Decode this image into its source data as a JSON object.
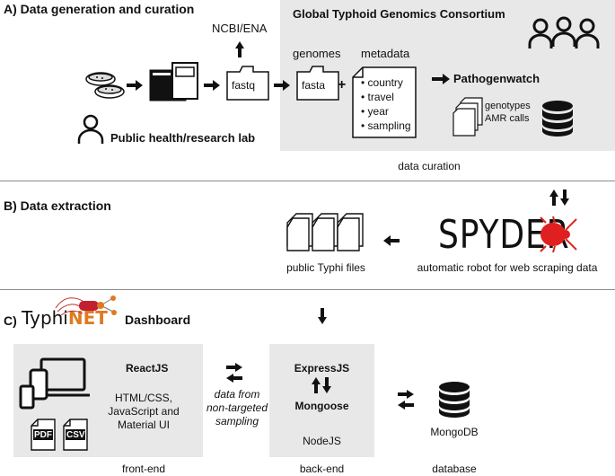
{
  "sectionA": {
    "title": "A) Data generation and curation",
    "consortium": "Global Typhoid Genomics Consortium",
    "ncbi": "NCBI/ENA",
    "fastq": "fastq",
    "genomes": "genomes",
    "metadata": "metadata",
    "fasta": "fasta",
    "plus": "+",
    "metadata_items": [
      "country",
      "travel",
      "year",
      "sampling"
    ],
    "pathogenwatch": "Pathogenwatch",
    "genotypes": "genotypes",
    "amr": "AMR calls",
    "lab": "Public health/research lab",
    "curation": "data curation"
  },
  "sectionB": {
    "title": "B) Data extraction",
    "files": "public Typhi files",
    "spyder": "SPYDER",
    "robot": "automatic robot for web scraping data"
  },
  "sectionC": {
    "title_prefix": "C)",
    "logo_typhi": "Typhi",
    "logo_net": "NET",
    "dashboard": "Dashboard",
    "react": "ReactJS",
    "stack": [
      "HTML/CSS,",
      "JavaScript and",
      "Material UI"
    ],
    "pdf": "PDF",
    "csv": "CSV",
    "sampling_note": [
      "data from",
      "non-targeted",
      "sampling"
    ],
    "express": "ExpressJS",
    "mongoose": "Mongoose",
    "node": "NodeJS",
    "mongodb": "MongoDB",
    "frontend": "front-end",
    "backend": "back-end",
    "database": "database"
  },
  "colors": {
    "panel": "#e8e8e8",
    "spyder_red": "#e02020",
    "rule": "#8a8a8a"
  }
}
